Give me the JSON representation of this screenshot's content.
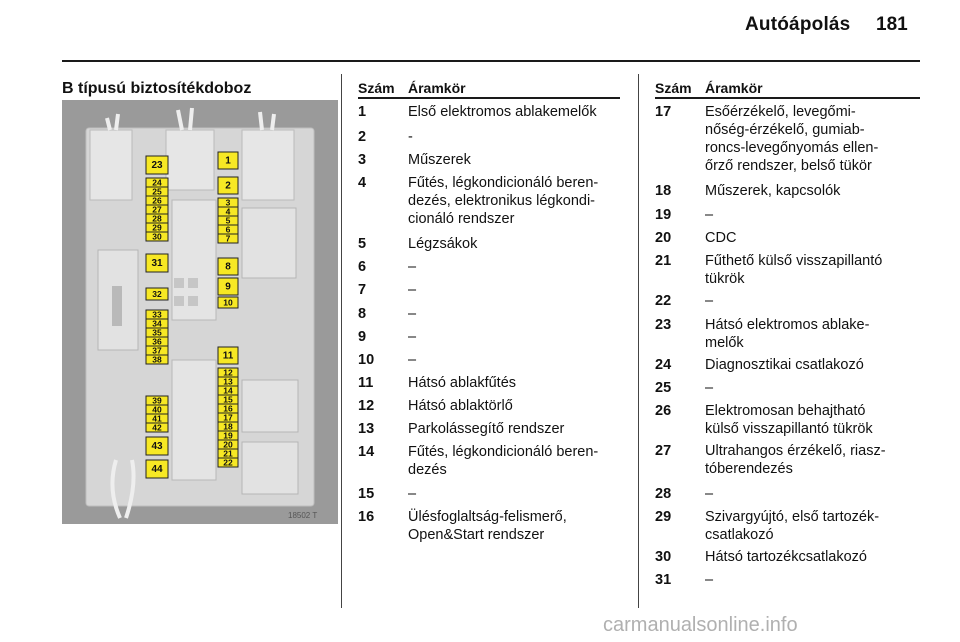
{
  "header": {
    "title": "Autóápolás",
    "page_number": "181"
  },
  "section_title": "B típusú biztosítékdoboz",
  "figure": {
    "code": "18502 T",
    "left_column_labels": [
      "23",
      "24",
      "25",
      "26",
      "27",
      "28",
      "29",
      "30",
      "31",
      "32",
      "33",
      "34",
      "35",
      "36",
      "37",
      "38",
      "39",
      "40",
      "41",
      "42",
      "43",
      "44"
    ],
    "right_column_labels": [
      "1",
      "2",
      "3",
      "4",
      "5",
      "6",
      "7",
      "8",
      "9",
      "10",
      "11",
      "12",
      "13",
      "14",
      "15",
      "16",
      "17",
      "18",
      "19",
      "20",
      "21",
      "22"
    ]
  },
  "table_left": {
    "headers": {
      "number": "Szám",
      "circuit": "Áramkör"
    },
    "rows": [
      {
        "n": "1",
        "t": "Első elektromos ablakemelők"
      },
      {
        "n": "2",
        "t": "-"
      },
      {
        "n": "3",
        "t": "Műszerek"
      },
      {
        "n": "4",
        "t": "Fűtés, légkondicionáló beren-\ndezés, elektronikus légkondi-\ncionáló rendszer"
      },
      {
        "n": "5",
        "t": "Légzsákok"
      },
      {
        "n": "6",
        "t": "–"
      },
      {
        "n": "7",
        "t": "–"
      },
      {
        "n": "8",
        "t": "–"
      },
      {
        "n": "9",
        "t": "–"
      },
      {
        "n": "10",
        "t": "–"
      },
      {
        "n": "11",
        "t": "Hátsó ablakfűtés"
      },
      {
        "n": "12",
        "t": "Hátsó ablaktörlő"
      },
      {
        "n": "13",
        "t": "Parkolássegítő rendszer"
      },
      {
        "n": "14",
        "t": "Fűtés, légkondicionáló beren-\ndezés"
      },
      {
        "n": "15",
        "t": "–"
      },
      {
        "n": "16",
        "t": "Ülésfoglaltság-felismerő,\nOpen&Start rendszer"
      }
    ]
  },
  "table_right": {
    "headers": {
      "number": "Szám",
      "circuit": "Áramkör"
    },
    "rows": [
      {
        "n": "17",
        "t": "Esőérzékelő, levegőmi-\nnőség-érzékelő, gumiab-\nroncs-levegőnyomás ellen-\nőrző rendszer, belső tükör"
      },
      {
        "n": "18",
        "t": "Műszerek, kapcsolók"
      },
      {
        "n": "19",
        "t": "–"
      },
      {
        "n": "20",
        "t": "CDC"
      },
      {
        "n": "21",
        "t": "Fűthető külső visszapillantó\ntükrök"
      },
      {
        "n": "22",
        "t": "–"
      },
      {
        "n": "23",
        "t": "Hátsó elektromos ablake-\nmelők"
      },
      {
        "n": "24",
        "t": "Diagnosztikai csatlakozó"
      },
      {
        "n": "25",
        "t": "–"
      },
      {
        "n": "26",
        "t": "Elektromosan behajtható\nkülső visszapillantó tükrök"
      },
      {
        "n": "27",
        "t": "Ultrahangos érzékelő, riasz-\ntóberendezés"
      },
      {
        "n": "28",
        "t": "–"
      },
      {
        "n": "29",
        "t": "Szivargyújtó, első tartozék-\ncsatlakozó"
      },
      {
        "n": "30",
        "t": "Hátsó tartozékcsatlakozó"
      },
      {
        "n": "31",
        "t": "–"
      }
    ]
  },
  "watermark": "carmanualsonline.info",
  "colors": {
    "fuse_fill": "#f7e824",
    "fuse_stroke": "#222222",
    "panel": "#d5d5d5",
    "background_photo": "#9a9a9a"
  }
}
